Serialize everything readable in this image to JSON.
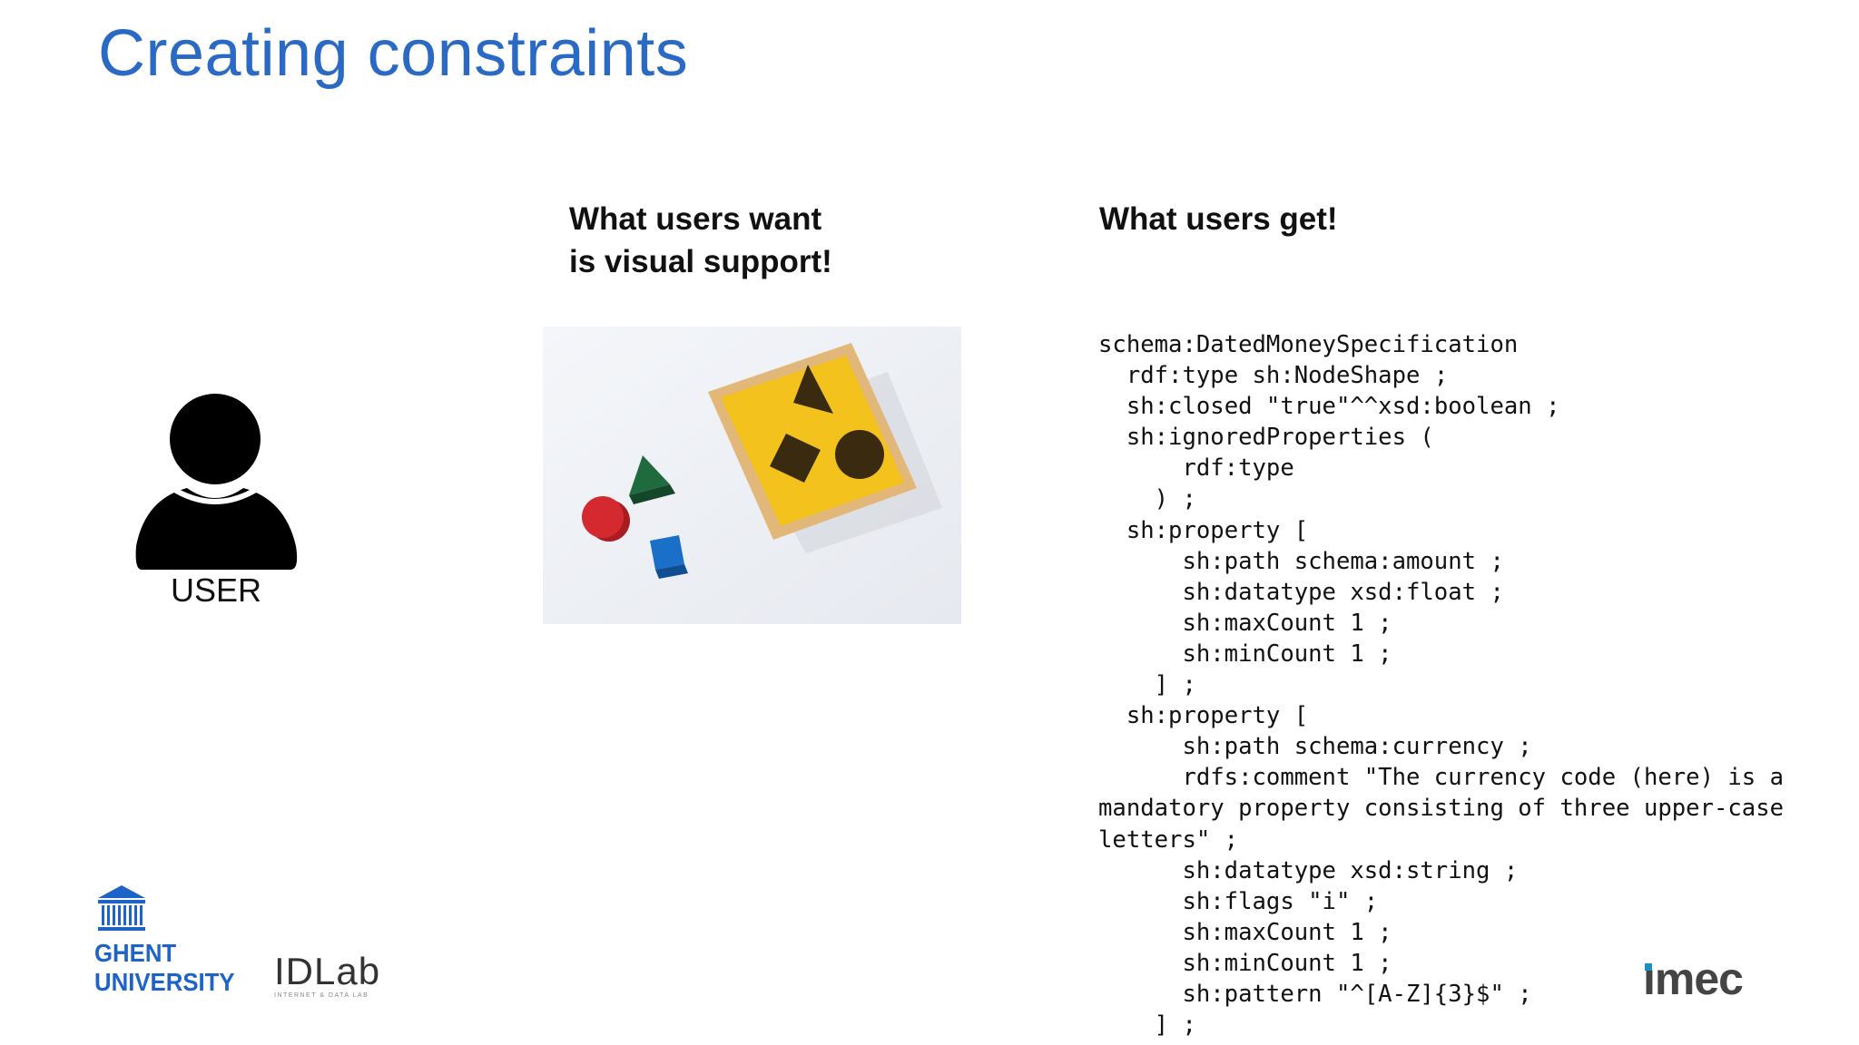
{
  "slide": {
    "title": "Creating constraints"
  },
  "left_column": {
    "user_label": "USER"
  },
  "middle_column": {
    "heading_line1": "What users want",
    "heading_line2": "is visual support!"
  },
  "right_column": {
    "heading": "What users get!",
    "code": "schema:DatedMoneySpecification\n  rdf:type sh:NodeShape ;\n  sh:closed \"true\"^^xsd:boolean ;\n  sh:ignoredProperties (\n      rdf:type\n    ) ;\n  sh:property [\n      sh:path schema:amount ;\n      sh:datatype xsd:float ;\n      sh:maxCount 1 ;\n      sh:minCount 1 ;\n    ] ;\n  sh:property [\n      sh:path schema:currency ;\n      rdfs:comment \"The currency code (here) is a\nmandatory property consisting of three upper-case\nletters\" ;\n      sh:datatype xsd:string ;\n      sh:flags \"i\" ;\n      sh:maxCount 1 ;\n      sh:minCount 1 ;\n      sh:pattern \"^[A-Z]{3}$\" ;\n    ] ;"
  },
  "logos": {
    "ghent_line1": "GHENT",
    "ghent_line2": "UNIVERSITY",
    "idlab": "IDLab",
    "idlab_sub": "INTERNET & DATA LAB",
    "imec": "ımec"
  },
  "colors": {
    "title": "#2a6ac4",
    "ghent_blue": "#1e64c8",
    "shape_box_yellow": "#f4c21d",
    "shape_red": "#d42a2f",
    "shape_green": "#1f6b3d",
    "shape_blue": "#1a6fc9"
  },
  "icons": {
    "user": "user-silhouette-icon",
    "ghent_logo": "university-building-icon"
  }
}
